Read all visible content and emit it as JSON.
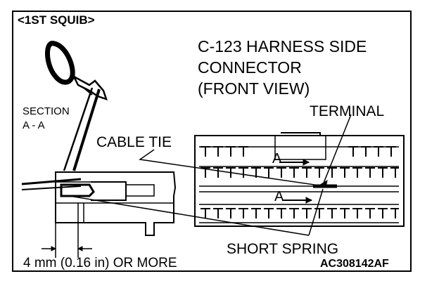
{
  "labels": {
    "squib": "<1ST SQUIB>",
    "connector_line1": "C-123 HARNESS SIDE",
    "connector_line2": "CONNECTOR",
    "connector_line3": "(FRONT VIEW)",
    "section_line1": "SECTION",
    "section_line2": "A - A",
    "terminal": "TERMINAL",
    "cable_tie": "CABLE TIE",
    "section_marker": "A",
    "short_spring": "SHORT SPRING",
    "dimension": "4 mm (0.16 in) OR MORE",
    "figure_code": "AC308142AF"
  },
  "colors": {
    "ink": "#000000",
    "paper": "#ffffff"
  }
}
